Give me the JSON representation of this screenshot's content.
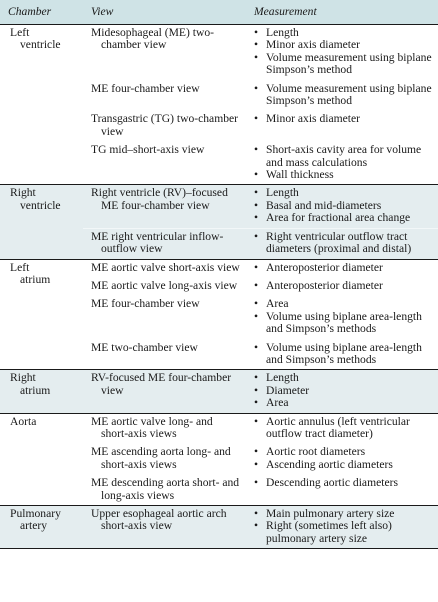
{
  "header": {
    "chamber": "Chamber",
    "view": "View",
    "measurement": "Measurement"
  },
  "groups": [
    {
      "chamber": [
        "Left",
        "ventricle"
      ],
      "rows": [
        {
          "view": "Midesophageal (ME) two-chamber view",
          "meas": [
            "Length",
            "Minor axis diameter",
            "Volume measurement using biplane Simpson’s method"
          ]
        },
        {
          "view": "ME four-chamber view",
          "meas": [
            "Volume measurement using biplane Simpson’s method"
          ]
        },
        {
          "view": "Transgastric (TG) two-chamber view",
          "meas": [
            "Minor axis diameter"
          ]
        },
        {
          "view": "TG mid–short-axis view",
          "meas": [
            "Short-axis cavity area for volume and mass calculations",
            "Wall thickness"
          ]
        }
      ]
    },
    {
      "chamber": [
        "Right",
        "ventricle"
      ],
      "rows": [
        {
          "view": "Right ventricle (RV)–focused ME four-chamber view",
          "meas": [
            "Length",
            "Basal and mid-diameters",
            "Area for fractional area change"
          ]
        },
        {
          "view": "ME right ventricular inflow-outflow view",
          "meas": [
            "Right ventricular outflow tract diameters (proximal and distal)"
          ]
        }
      ]
    },
    {
      "chamber": [
        "Left",
        "atrium"
      ],
      "rows": [
        {
          "view": "ME aortic valve short-axis view",
          "meas": [
            "Anteroposterior diameter"
          ]
        },
        {
          "view": "ME aortic valve long-axis view",
          "meas": [
            "Anteroposterior diameter"
          ]
        },
        {
          "view": "ME four-chamber view",
          "meas": [
            "Area",
            "Volume using biplane area-length and Simpson’s methods"
          ]
        },
        {
          "view": "ME two-chamber view",
          "meas": [
            "Volume using biplane area-length and Simpson’s methods"
          ]
        }
      ]
    },
    {
      "chamber": [
        "Right",
        "atrium"
      ],
      "rows": [
        {
          "view": "RV-focused ME four-chamber view",
          "meas": [
            "Length",
            "Diameter",
            "Area"
          ]
        }
      ]
    },
    {
      "chamber": [
        "Aorta",
        ""
      ],
      "rows": [
        {
          "view": "ME aortic valve long- and short-axis views",
          "meas": [
            "Aortic annulus (left ventricular outflow tract diameter)"
          ]
        },
        {
          "view": "ME ascending aorta long- and short-axis views",
          "meas": [
            "Aortic root diameters",
            "Ascending aortic diameters"
          ]
        },
        {
          "view": "ME descending aorta short- and long-axis views",
          "meas": [
            "Descending aortic diameters"
          ]
        }
      ]
    },
    {
      "chamber": [
        "Pulmonary",
        "artery"
      ],
      "rows": [
        {
          "view": "Upper esophageal aortic arch short-axis view",
          "meas": [
            "Main pulmonary artery size",
            "Right (sometimes left also) pulmonary artery size"
          ]
        }
      ]
    }
  ],
  "colors": {
    "header_bg": "#cfe3e6",
    "band_bg": "#e4edef",
    "rule": "#1a1a1a"
  }
}
